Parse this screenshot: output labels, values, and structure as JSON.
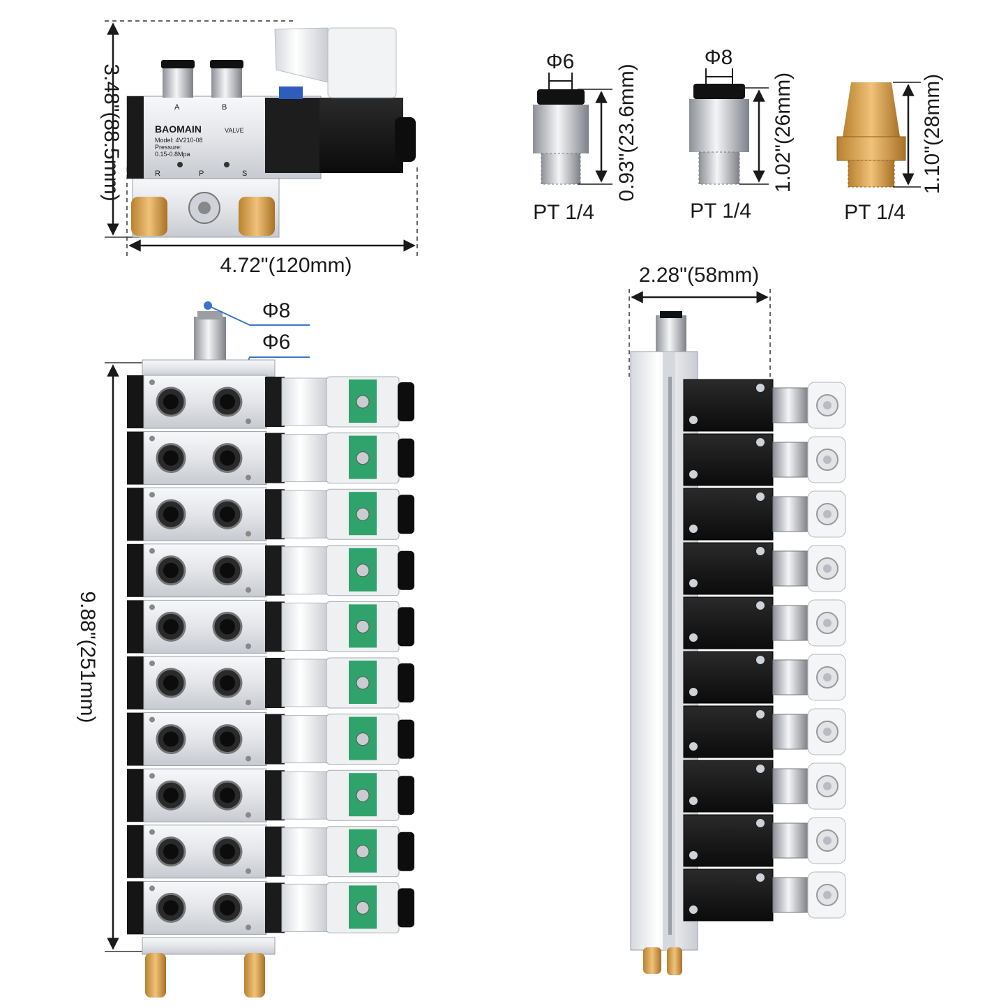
{
  "single_valve": {
    "brand": "BAOMAIN",
    "valve_word": "VALVE",
    "model_line": "Model: 4V210-08",
    "pressure_line": "Pressure:",
    "pressure_value": "0.15-0.8Mpa",
    "port_a": "A",
    "port_b": "B",
    "port_r": "R",
    "port_p": "P",
    "port_s": "S",
    "height_dim": "3.48\"(88.5mm)",
    "width_dim": "4.72\"(120mm)"
  },
  "fittings": [
    {
      "name": "fitting-6mm",
      "diameter": "Φ6",
      "height_dim": "0.93\"(23.6mm)",
      "thread": "PT 1/4"
    },
    {
      "name": "fitting-8mm",
      "diameter": "Φ8",
      "height_dim": "1.02\"(26mm)",
      "thread": "PT 1/4"
    },
    {
      "name": "muffler",
      "diameter": "",
      "height_dim": "1.10\"(28mm)",
      "thread": "PT 1/4"
    }
  ],
  "manifold_front": {
    "inlet_label": "Φ8",
    "outlet_label": "Φ6",
    "height_dim": "9.88\"(251mm)",
    "valve_count": 10
  },
  "manifold_side": {
    "width_dim": "2.28\"(58mm)",
    "valve_count": 10
  },
  "colors": {
    "aluminum": "#e4e6ea",
    "black_body": "#111111",
    "brass": "#d9a24a",
    "pcb_green": "#2fa36b",
    "leader_blue": "#3a73c9"
  }
}
